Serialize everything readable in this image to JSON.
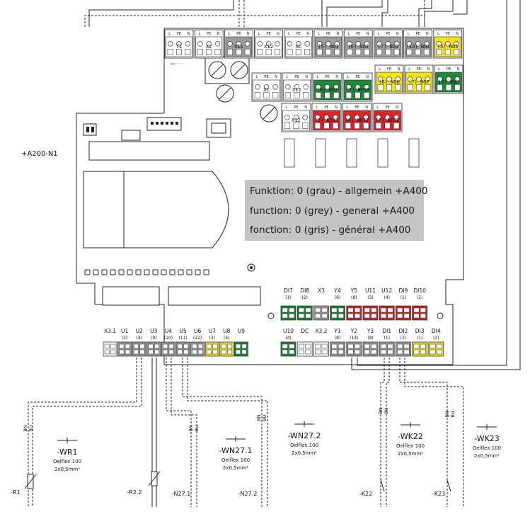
{
  "colors": {
    "grey": "#9c9c9c",
    "green": "#1f8a3a",
    "red": "#d8252b",
    "yellow": "#f4e21a",
    "white": "#ffffff",
    "dark": "#3a3a3a",
    "info_bg": "#c4c4c4"
  },
  "info": {
    "line_de": "Funktion: 0 (grau) - allgemein +A400",
    "line_en": "function: 0 (grey) - general +A400",
    "line_fr": "fonction: 0 (gris) - général +A400"
  },
  "module_label": "+A200-N1",
  "top_row": [
    {
      "label": "T1",
      "sub": "",
      "color": "white"
    },
    {
      "label": "X2",
      "sub": "",
      "color": "white"
    },
    {
      "label": "X11",
      "sub": "",
      "color": "grey"
    },
    {
      "label": "X12",
      "sub": "",
      "color": "white"
    },
    {
      "label": "XC",
      "sub": "",
      "color": "white"
    },
    {
      "label": "NO1",
      "sub": "(5)",
      "color": "grey"
    },
    {
      "label": "NO2",
      "sub": "(6)",
      "color": "grey"
    },
    {
      "label": "NO3",
      "sub": "(7)",
      "color": "grey"
    },
    {
      "label": "NO4",
      "sub": "(13)",
      "color": "grey"
    },
    {
      "label": "NO5",
      "sub": "(5)",
      "color": "yellow"
    }
  ],
  "second_row_right": [
    {
      "label": "NO6",
      "sub": "(6)",
      "color": "yellow"
    },
    {
      "label": "NO7",
      "sub": "(7)",
      "color": "yellow"
    },
    {
      "label": "NO8",
      "sub": "(5)",
      "color": "green"
    }
  ],
  "second_row_mid": [
    {
      "label": "XC",
      "sub": "",
      "color": "white"
    },
    {
      "label": "X11",
      "sub": "",
      "color": "white"
    },
    {
      "label": "NO9",
      "sub": "(6)",
      "color": "green"
    },
    {
      "label": "NO10",
      "sub": "(7)",
      "color": "green"
    }
  ],
  "third_row": [
    {
      "label": "X12",
      "sub": "",
      "color": "white"
    },
    {
      "label": "NO11",
      "sub": "(5)",
      "color": "red"
    },
    {
      "label": "NO12",
      "sub": "(6)",
      "color": "red"
    },
    {
      "label": "NO13",
      "sub": "(7)",
      "color": "red"
    }
  ],
  "pin_letters": {
    "l": "L",
    "pe": "PE",
    "n": "N"
  },
  "upper_io": {
    "labels": [
      "DI7",
      "DI8",
      "X3",
      "Y4",
      "Y5",
      "U11",
      "U12",
      "DI9",
      "DI10"
    ],
    "subs": [
      "(1)",
      "(2)",
      "",
      "(8)",
      "(8)",
      "(3)",
      "(4)",
      "(1)",
      "(2)"
    ],
    "colors": [
      "green",
      "green",
      "grey",
      "green",
      "red",
      "red",
      "red",
      "red",
      "red"
    ]
  },
  "lower_left_io": {
    "labels": [
      "X3.1",
      "U1",
      "U2",
      "U3",
      "U4",
      "U5",
      "U6",
      "U7",
      "U8",
      "U9"
    ],
    "subs": [
      "",
      "(3)",
      "(4)",
      "(9)",
      "(10)",
      "(11)",
      "(12)",
      "(3)",
      "(4)",
      ""
    ],
    "colors": [
      "white",
      "grey",
      "grey",
      "grey",
      "grey",
      "grey",
      "grey",
      "yellow",
      "yellow",
      "green"
    ]
  },
  "lower_right_io": {
    "labels": [
      "U10",
      "DC",
      "X3.2",
      "Y1",
      "Y2",
      "Y3",
      "DI1",
      "DI2",
      "DI3",
      "DI4"
    ],
    "subs": [
      "(4)",
      "",
      "",
      "(8)",
      "(14)",
      "(8)",
      "(1)",
      "(2)",
      "(1)",
      "(2)"
    ],
    "colors": [
      "green",
      "white",
      "white",
      "grey",
      "grey",
      "grey",
      "grey",
      "grey",
      "yellow",
      "yellow"
    ]
  },
  "cables": [
    {
      "name": "-WR1",
      "type": "Oelflex 100",
      "size": "2x0,5mm²"
    },
    {
      "name": "-WN27.1",
      "type": "Oelflex 100",
      "size": "2x0,5mm²"
    },
    {
      "name": "-WN27.2",
      "type": "Oelflex 100",
      "size": "2x0,5mm²"
    },
    {
      "name": "-WK22",
      "type": "Oelflex 100",
      "size": "2x0,5mm²"
    },
    {
      "name": "-WK23",
      "type": "Oelflex 100",
      "size": "2x0,5mm²"
    }
  ],
  "wire_colors": {
    "bn": "BN",
    "bu": "BU"
  },
  "devices": [
    "-R1",
    "-R2.2",
    "-N27.1",
    "-N27.2",
    "-K22",
    "-K23"
  ]
}
